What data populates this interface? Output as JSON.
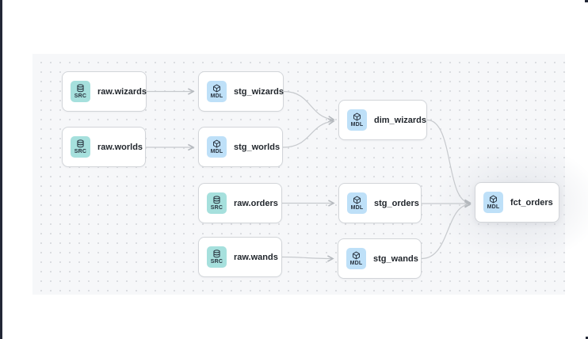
{
  "diagram": {
    "kind": "data-lineage-dag",
    "nodes": [
      {
        "id": "raw.wizards",
        "type": "SRC",
        "label": "raw.wizards"
      },
      {
        "id": "raw.worlds",
        "type": "SRC",
        "label": "raw.worlds"
      },
      {
        "id": "raw.orders",
        "type": "SRC",
        "label": "raw.orders"
      },
      {
        "id": "raw.wands",
        "type": "SRC",
        "label": "raw.wands"
      },
      {
        "id": "stg_wizards",
        "type": "MDL",
        "label": "stg_wizards"
      },
      {
        "id": "stg_worlds",
        "type": "MDL",
        "label": "stg_worlds"
      },
      {
        "id": "stg_orders",
        "type": "MDL",
        "label": "stg_orders"
      },
      {
        "id": "stg_wands",
        "type": "MDL",
        "label": "stg_wands"
      },
      {
        "id": "dim_wizards",
        "type": "MDL",
        "label": "dim_wizards"
      },
      {
        "id": "fct_orders",
        "type": "MDL",
        "label": "fct_orders",
        "highlighted": true
      }
    ],
    "edges": [
      {
        "from": "raw.wizards",
        "to": "stg_wizards"
      },
      {
        "from": "raw.worlds",
        "to": "stg_worlds"
      },
      {
        "from": "raw.orders",
        "to": "stg_orders"
      },
      {
        "from": "raw.wands",
        "to": "stg_wands"
      },
      {
        "from": "stg_wizards",
        "to": "dim_wizards"
      },
      {
        "from": "stg_worlds",
        "to": "dim_wizards"
      },
      {
        "from": "dim_wizards",
        "to": "fct_orders"
      },
      {
        "from": "stg_orders",
        "to": "fct_orders"
      },
      {
        "from": "stg_wands",
        "to": "fct_orders"
      }
    ],
    "colors": {
      "src_badge_bg": "#a6e0dd",
      "mdl_badge_bg": "#bee0f8",
      "badge_glyph": "#28323e",
      "node_bg": "#ffffff",
      "node_border": "#d2d5d9",
      "node_label": "#22272d",
      "edge": "#c6c9cd",
      "canvas_bg": "#f6f7f9",
      "canvas_dot": "#d9dbdf",
      "window_edge": "#222736"
    }
  }
}
